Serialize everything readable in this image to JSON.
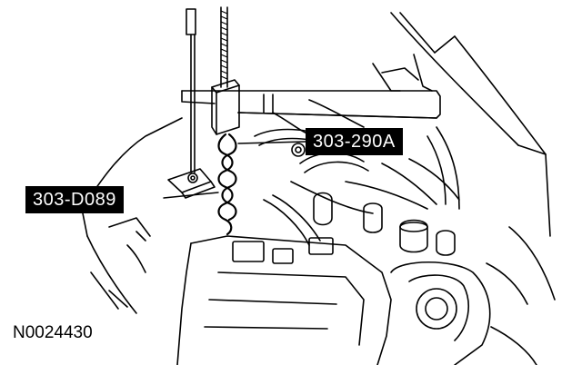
{
  "callouts": {
    "tool_a": "303-290A",
    "tool_b": "303-D089"
  },
  "figure_id": "N0024430",
  "colors": {
    "line": "#000000",
    "background": "#ffffff",
    "callout_bg": "#000000",
    "callout_text": "#ffffff"
  }
}
